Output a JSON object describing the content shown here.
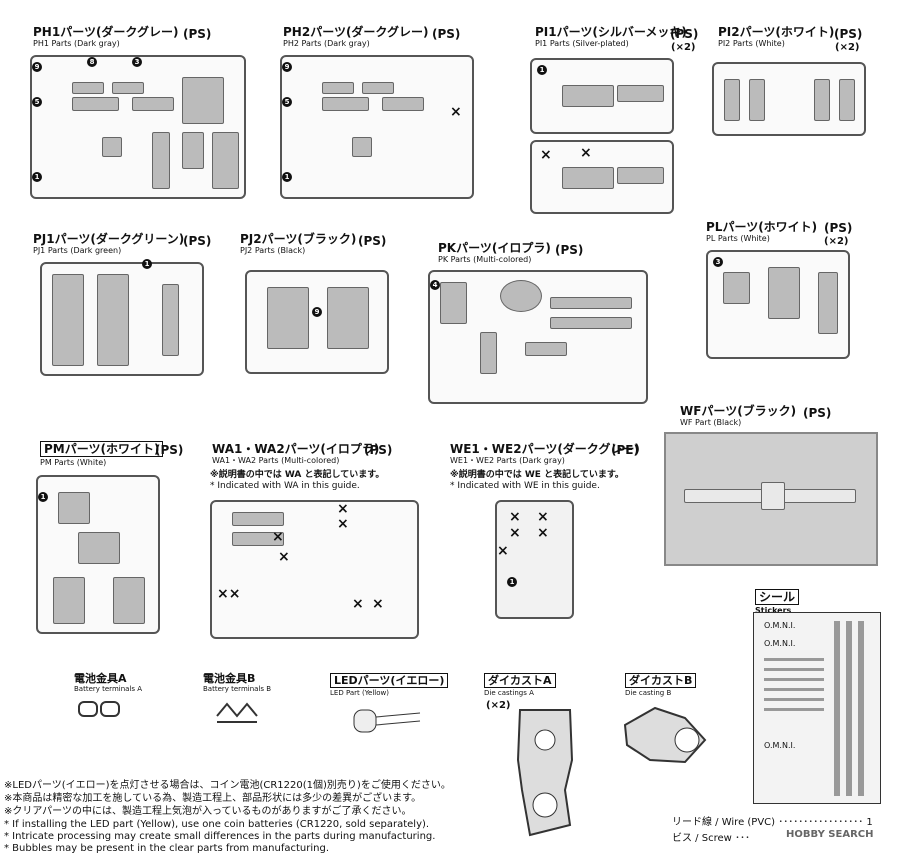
{
  "sections": {
    "ph1": {
      "jp": "PH1パーツ(ダークグレー)",
      "en": "PH1 Parts (Dark gray)",
      "ps": "(PS)"
    },
    "ph2": {
      "jp": "PH2パーツ(ダークグレー)",
      "en": "PH2 Parts (Dark gray)",
      "ps": "(PS)"
    },
    "pi1": {
      "jp": "PI1パーツ(シルバーメッキ)",
      "en": "PI1 Parts (Silver-plated)",
      "ps": "(PS)",
      "qty": "(×2)"
    },
    "pi2": {
      "jp": "PI2パーツ(ホワイト)",
      "en": "PI2 Parts (White)",
      "ps": "(PS)",
      "qty": "(×2)"
    },
    "pj1": {
      "jp": "PJ1パーツ(ダークグリーン)",
      "en": "PJ1 Parts (Dark green)",
      "ps": "(PS)"
    },
    "pj2": {
      "jp": "PJ2パーツ(ブラック)",
      "en": "PJ2 Parts (Black)",
      "ps": "(PS)"
    },
    "pk": {
      "jp": "PKパーツ(イロプラ)",
      "en": "PK Parts (Multi-colored)",
      "ps": "(PS)"
    },
    "pl": {
      "jp": "PLパーツ(ホワイト)",
      "en": "PL Parts (White)",
      "ps": "(PS)",
      "qty": "(×2)"
    },
    "wf": {
      "jp": "WFパーツ(ブラック)",
      "en": "WF Part (Black)",
      "ps": "(PS)"
    },
    "pm": {
      "jp": "PMパーツ(ホワイト)",
      "en": "PM Parts (White)",
      "ps": "(PS)"
    },
    "wa": {
      "jp": "WA1・WA2パーツ(イロプラ)",
      "en": "WA1・WA2 Parts (Multi-colored)",
      "ps": "(PS)",
      "note_jp": "※説明書の中では WA と表記しています。",
      "note_en": "* Indicated with WA in this guide."
    },
    "we": {
      "jp": "WE1・WE2パーツ(ダークグレー)",
      "en": "WE1・WE2 Parts (Dark gray)",
      "ps": "(PE)",
      "note_jp": "※説明書の中では WE と表記しています。",
      "note_en": "* Indicated with WE in this guide."
    },
    "sticker": {
      "jp": "シール",
      "en": "Stickers"
    }
  },
  "accessories": {
    "battery_a": {
      "jp": "電池金具A",
      "en": "Battery terminals A"
    },
    "battery_b": {
      "jp": "電池金具B",
      "en": "Battery terminals B"
    },
    "led": {
      "jp": "LEDパーツ(イエロー)",
      "en": "LED Part (Yellow)"
    },
    "die_a": {
      "jp": "ダイカストA",
      "en": "Die castings A",
      "qty": "(×2)"
    },
    "die_b": {
      "jp": "ダイカストB",
      "en": "Die casting B"
    }
  },
  "footnotes": [
    "※LEDパーツ(イエロー)を点灯させる場合は、コイン電池(CR1220(1個)別売り)をご使用ください。",
    "※本商品は精密な加工を施している為、製造工程上、部品形状には多少の差異がございます。",
    "※クリアパーツの中には、製造工程上気泡が入っているものがありますがご了承ください。",
    "* If installing the LED part (Yellow), use one coin batteries (CR1220, sold separately).",
    "* Intricate processing may create small differences in the parts during manufacturing.",
    "* Bubbles may be present in the clear parts from manufacturing."
  ],
  "extras": {
    "wire": "リード線 / Wire (PVC) ･････････････････ 1",
    "screw": "ビス / Screw ･･･",
    "watermark": "HOBBY SEARCH"
  },
  "sticker_texts": [
    "O.M.N.I.",
    "O.M.N.I.",
    "O.M.N.I."
  ]
}
